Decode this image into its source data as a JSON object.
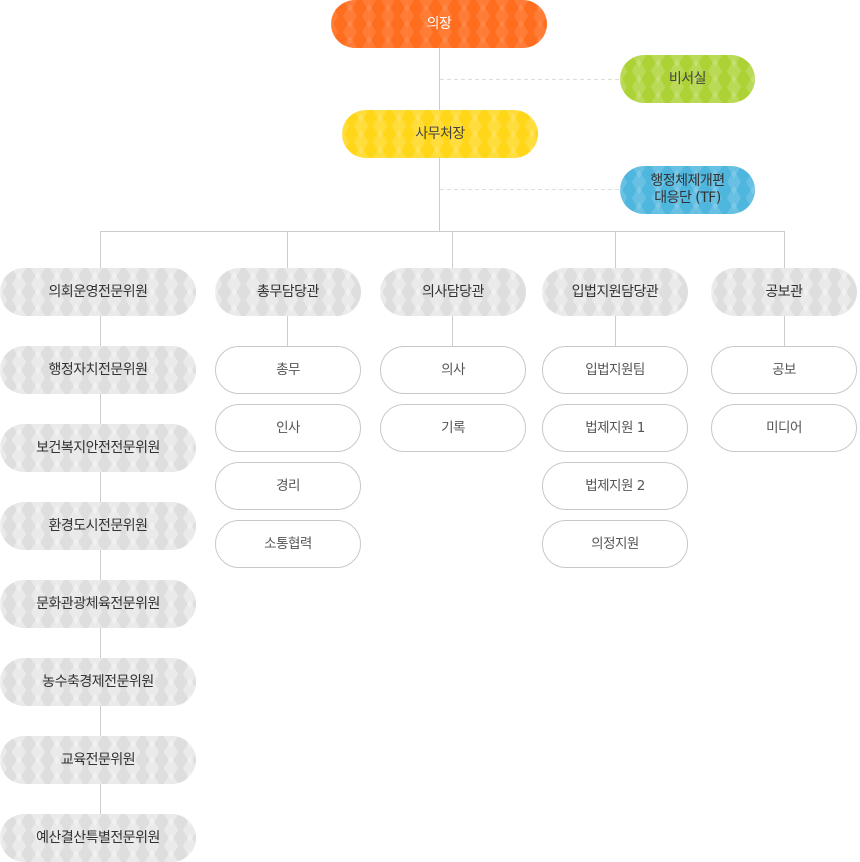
{
  "top": {
    "chairman": "의장",
    "secretary": "비서실",
    "secretary_general": "사무처장",
    "task_force": [
      "행정체제개편",
      "대응단 (TF)"
    ]
  },
  "committees": [
    "의회운영전문위원",
    "행정자치전문위원",
    "보건복지안전전문위원",
    "환경도시전문위원",
    "문화관광체육전문위원",
    "농수축경제전문위원",
    "교육전문위원",
    "예산결산특별전문위원"
  ],
  "departments": [
    {
      "name": "총무담당관",
      "teams": [
        "총무",
        "인사",
        "경리",
        "소통협력"
      ]
    },
    {
      "name": "의사담당관",
      "teams": [
        "의사",
        "기록"
      ]
    },
    {
      "name": "입법지원담당관",
      "teams": [
        "입법지원팀",
        "법제지원 1",
        "법제지원 2",
        "의정지원"
      ]
    },
    {
      "name": "공보관",
      "teams": [
        "공보",
        "미디어"
      ]
    }
  ],
  "colors": {
    "chairman": "#ff6d1f",
    "secretary_general": "#ffd618",
    "secretary": "#add236",
    "task_force": "#4fb6de",
    "unit": "#dedede",
    "line": "#cccccc"
  }
}
